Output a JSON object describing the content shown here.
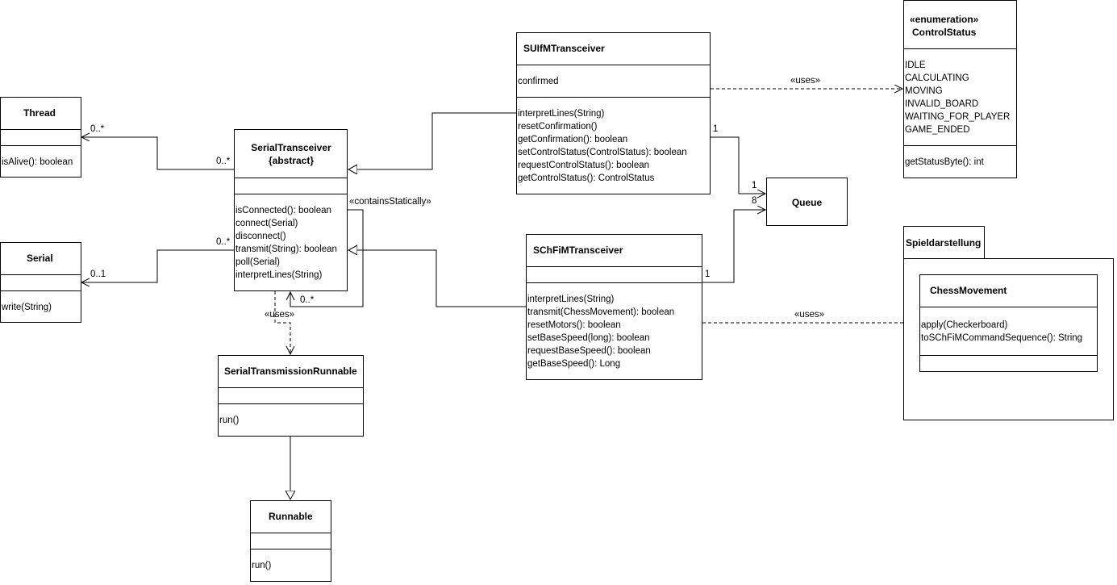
{
  "classes": {
    "thread": {
      "name": "Thread",
      "attributes": [],
      "methods": [
        "isAlive(): boolean"
      ]
    },
    "serial": {
      "name": "Serial",
      "attributes": [],
      "methods": [
        "write(String)"
      ]
    },
    "serial_transceiver": {
      "name": "SerialTransceiver",
      "modifier": "{abstract}",
      "attributes": [],
      "methods": [
        "isConnected(): boolean",
        "connect(Serial)",
        "disconnect()",
        "transmit(String): boolean",
        "poll(Serial)",
        "interpretLines(String)"
      ]
    },
    "serial_transmission_runnable": {
      "name": "SerialTransmissionRunnable",
      "attributes": [],
      "methods": [
        "run()"
      ]
    },
    "runnable": {
      "name": "Runnable",
      "attributes": [],
      "methods": [
        "run()"
      ]
    },
    "suifm_transceiver": {
      "name": "SUIfMTransceiver",
      "attributes": [
        "confirmed"
      ],
      "methods": [
        "interpretLines(String)",
        "resetConfirmation()",
        "getConfirmation(): boolean",
        "setControlStatus(ControlStatus): boolean",
        "requestControlStatus(): boolean",
        "getControlStatus(): ControlStatus"
      ]
    },
    "schfim_transceiver": {
      "name": "SChFiMTransceiver",
      "attributes": [],
      "methods": [
        "interpretLines(String)",
        "transmit(ChessMovement): boolean",
        "resetMotors(): boolean",
        "setBaseSpeed(long): boolean",
        "requestBaseSpeed(): boolean",
        "getBaseSpeed(): Long"
      ]
    },
    "queue": {
      "name": "Queue"
    },
    "control_status": {
      "stereotype": "«enumeration»",
      "name": "ControlStatus",
      "literals": [
        "IDLE",
        "CALCULATING",
        "MOVING",
        "INVALID_BOARD",
        "WAITING_FOR_PLAYER",
        "GAME_ENDED"
      ],
      "methods": [
        "getStatusByte(): int"
      ]
    },
    "chess_movement": {
      "name": "ChessMovement",
      "attributes": [],
      "methods": [
        "apply(Checkerboard)",
        "toSChFiMCommandSequence(): String"
      ]
    }
  },
  "package": {
    "name": "Spieldarstellung"
  },
  "labels": {
    "thread_source_mult": "0..*",
    "thread_target_mult": "0..*",
    "serial_source_mult": "0..*",
    "serial_target_mult": "0..1",
    "contains_statically": "«containsStatically»",
    "self_mult": "0..*",
    "uses_runnable": "«uses»",
    "uses_control_status": "«uses»",
    "uses_chess_movement": "«uses»",
    "suifm_queue_source": "1",
    "suifm_queue_target": "1",
    "schfim_queue_source": "1",
    "schfim_queue_target": "8"
  }
}
